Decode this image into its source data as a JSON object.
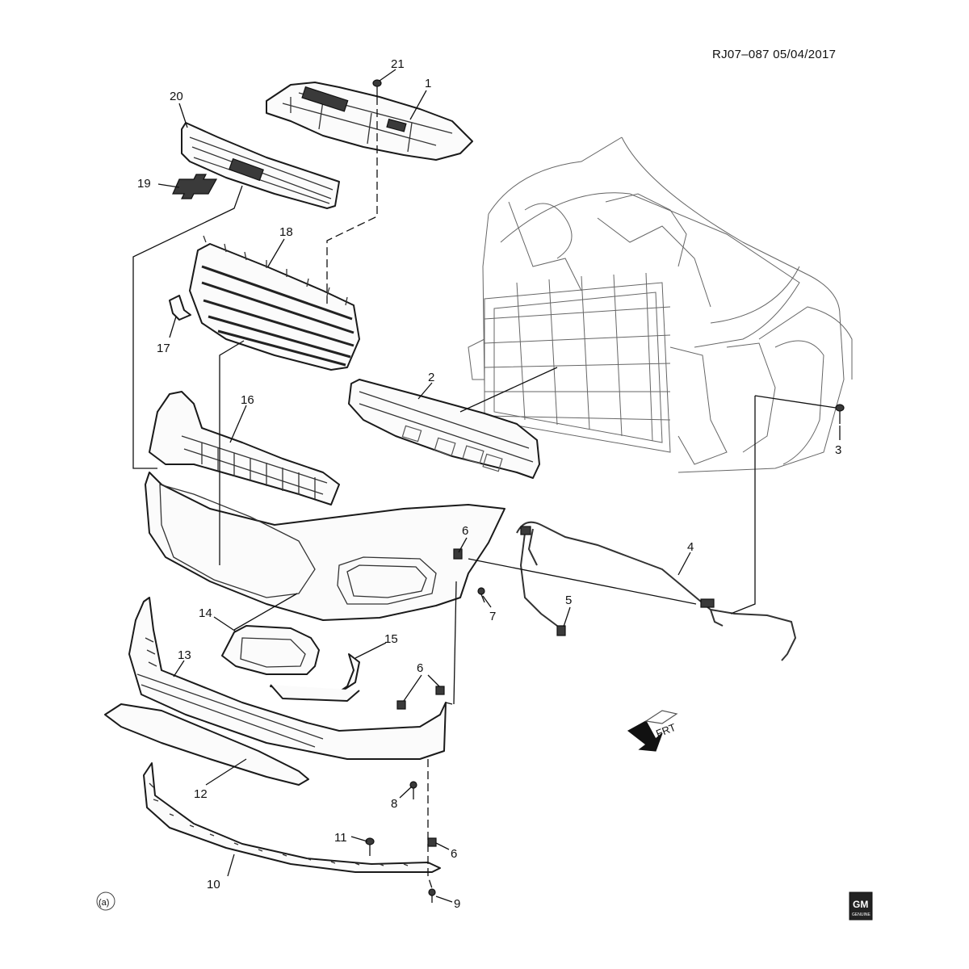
{
  "diagram": {
    "reference": "RJ07–087  05/04/2017",
    "callouts": [
      "1",
      "2",
      "3",
      "4",
      "5",
      "6",
      "6",
      "6",
      "7",
      "8",
      "9",
      "10",
      "11",
      "12",
      "13",
      "14",
      "15",
      "16",
      "17",
      "18",
      "19",
      "20",
      "21"
    ],
    "direction_label": "FRT",
    "corner_mark": "(a)",
    "badge": {
      "line1": "GM",
      "line2": "GENUINE"
    }
  }
}
